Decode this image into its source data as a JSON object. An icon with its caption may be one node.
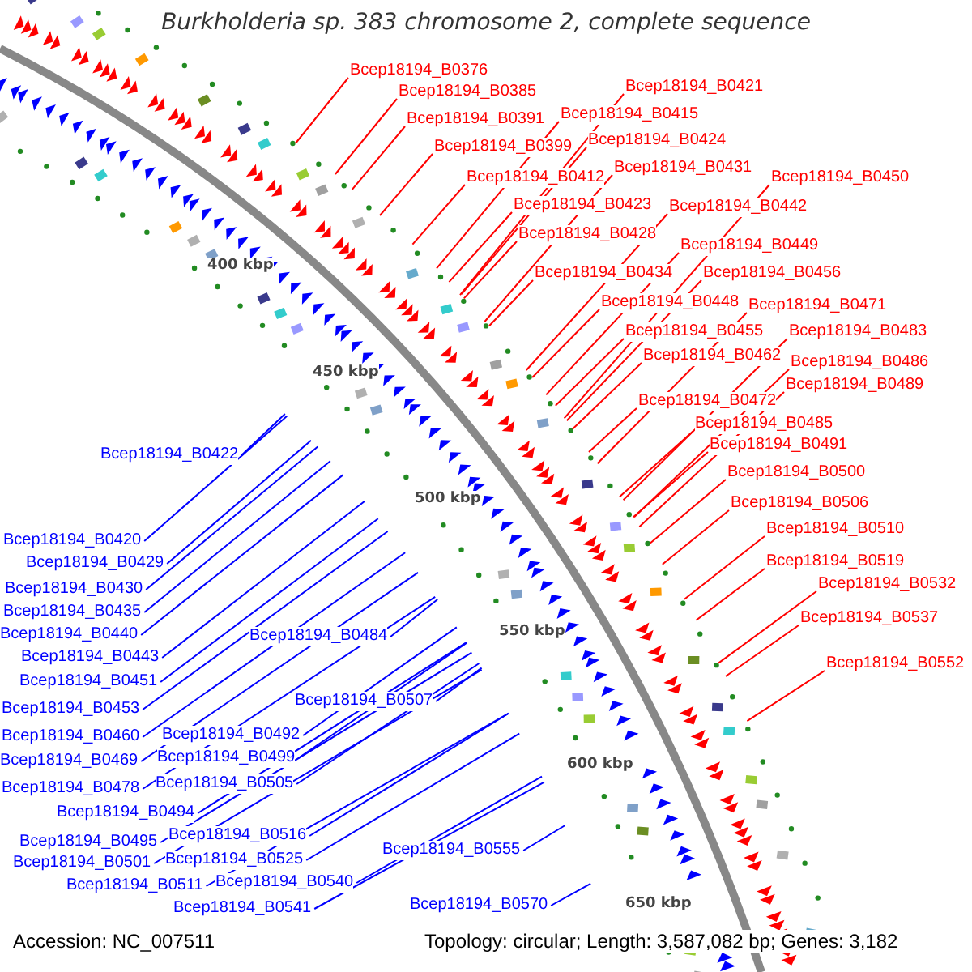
{
  "diagram": {
    "title": "Burkholderia sp. 383 chromosome 2, complete sequence",
    "nodes": [
      {
        "text": [
          "Bcep18194_B0376"
        ]
      },
      {
        "text": [
          "Bcep18194_B0385"
        ]
      },
      {
        "text": [
          "Bcep18194_B0391"
        ]
      },
      {
        "text": [
          "Bcep18194_B0415"
        ]
      },
      {
        "text": [
          "Bcep18194_B0421"
        ]
      },
      {
        "text": [
          "Bcep18194_B0399"
        ]
      },
      {
        "text": [
          "Bcep18194_B0424"
        ]
      },
      {
        "text": [
          "Bcep18194_B0412"
        ]
      },
      {
        "text": [
          "Bcep18194_B0431"
        ]
      },
      {
        "text": [
          "Bcep18194_B0450"
        ]
      },
      {
        "text": [
          "Bcep18194_B0423"
        ]
      },
      {
        "text": [
          "Bcep18194_B0442"
        ]
      },
      {
        "text": [
          "Bcep18194_B0428"
        ]
      },
      {
        "text": [
          "Bcep18194_B0449"
        ]
      },
      {
        "text": [
          "Bcep18194_B0434"
        ]
      },
      {
        "text": [
          "Bcep18194_B0456"
        ]
      },
      {
        "text": [
          "Bcep18194_B0448"
        ]
      },
      {
        "text": [
          "Bcep18194_B0471"
        ]
      },
      {
        "text": [
          "Bcep18194_B0455"
        ]
      },
      {
        "text": [
          "Bcep18194_B0483"
        ]
      },
      {
        "text": [
          "Bcep18194_B0462"
        ]
      },
      {
        "text": [
          "Bcep18194_B0486"
        ]
      },
      {
        "text": [
          "Bcep18194_B0489"
        ]
      },
      {
        "text": [
          "Bcep18194_B0472"
        ]
      },
      {
        "text": [
          "Bcep18194_B0485"
        ]
      },
      {
        "text": [
          "Bcep18194_B0491"
        ]
      },
      {
        "text": [
          "Bcep18194_B0500"
        ]
      },
      {
        "text": [
          "Bcep18194_B0506"
        ]
      },
      {
        "text": [
          "Bcep18194_B0510"
        ]
      },
      {
        "text": [
          "Bcep18194_B0519"
        ]
      },
      {
        "text": [
          "Bcep18194_B0532"
        ]
      },
      {
        "text": [
          "Bcep18194_B0537"
        ]
      },
      {
        "text": [
          "Bcep18194_B0552"
        ]
      },
      {
        "text": [
          "Bcep18194_B0422"
        ]
      },
      {
        "text": [
          "Bcep18194_B0420"
        ]
      },
      {
        "text": [
          "Bcep18194_B0429"
        ]
      },
      {
        "text": [
          "Bcep18194_B0430"
        ]
      },
      {
        "text": [
          "Bcep18194_B0435"
        ]
      },
      {
        "text": [
          "Bcep18194_B0440"
        ]
      },
      {
        "text": [
          "Bcep18194_B0484"
        ]
      },
      {
        "text": [
          "Bcep18194_B0443"
        ]
      },
      {
        "text": [
          "Bcep18194_B0451"
        ]
      },
      {
        "text": [
          "Bcep18194_B0507"
        ]
      },
      {
        "text": [
          "Bcep18194_B0453"
        ]
      },
      {
        "text": [
          "Bcep18194_B0492"
        ]
      },
      {
        "text": [
          "Bcep18194_B0460"
        ]
      },
      {
        "text": [
          "Bcep18194_B0499"
        ]
      },
      {
        "text": [
          "Bcep18194_B0469"
        ]
      },
      {
        "text": [
          "Bcep18194_B0505"
        ]
      },
      {
        "text": [
          "Bcep18194_B0478"
        ]
      },
      {
        "text": [
          "Bcep18194_B0494"
        ]
      },
      {
        "text": [
          "Bcep18194_B0516"
        ]
      },
      {
        "text": [
          "Bcep18194_B0495"
        ]
      },
      {
        "text": [
          "Bcep18194_B0525"
        ]
      },
      {
        "text": [
          "Bcep18194_B0555"
        ]
      },
      {
        "text": [
          "Bcep18194_B0501"
        ]
      },
      {
        "text": [
          "Bcep18194_B0540"
        ]
      },
      {
        "text": [
          "Bcep18194_B0511"
        ]
      },
      {
        "text": [
          "Bcep18194_B0541"
        ]
      },
      {
        "text": [
          "Bcep18194_B0570"
        ]
      }
    ],
    "edges": [
      {
        "from": 0,
        "to": null,
        "arrow": "none"
      },
      {
        "from": 1,
        "to": null,
        "arrow": "none"
      },
      {
        "from": 2,
        "to": null,
        "arrow": "none"
      },
      {
        "from": 3,
        "to": null,
        "arrow": "none"
      },
      {
        "from": 4,
        "to": null,
        "arrow": "none"
      },
      {
        "from": 5,
        "to": null,
        "arrow": "none"
      },
      {
        "from": 6,
        "to": null,
        "arrow": "none"
      },
      {
        "from": 7,
        "to": null,
        "arrow": "none"
      },
      {
        "from": 8,
        "to": null,
        "arrow": "none"
      },
      {
        "from": 9,
        "to": null,
        "arrow": "none"
      },
      {
        "from": 10,
        "to": null,
        "arrow": "none"
      },
      {
        "from": 11,
        "to": null,
        "arrow": "none"
      },
      {
        "from": 12,
        "to": null,
        "arrow": "none"
      },
      {
        "from": 13,
        "to": null,
        "arrow": "none"
      },
      {
        "from": 14,
        "to": null,
        "arrow": "none"
      },
      {
        "from": 15,
        "to": null,
        "arrow": "none"
      },
      {
        "from": 16,
        "to": null,
        "arrow": "none"
      },
      {
        "from": 17,
        "to": null,
        "arrow": "none"
      },
      {
        "from": 18,
        "to": null,
        "arrow": "none"
      },
      {
        "from": 19,
        "to": null,
        "arrow": "none"
      },
      {
        "from": 20,
        "to": null,
        "arrow": "none"
      },
      {
        "from": 21,
        "to": null,
        "arrow": "none"
      },
      {
        "from": 22,
        "to": null,
        "arrow": "none"
      },
      {
        "from": 23,
        "to": null,
        "arrow": "none"
      },
      {
        "from": 24,
        "to": null,
        "arrow": "none"
      },
      {
        "from": 25,
        "to": null,
        "arrow": "none"
      },
      {
        "from": 26,
        "to": null,
        "arrow": "none"
      },
      {
        "from": 27,
        "to": null,
        "arrow": "none"
      },
      {
        "from": 28,
        "to": null,
        "arrow": "none"
      },
      {
        "from": 29,
        "to": null,
        "arrow": "none"
      },
      {
        "from": 30,
        "to": null,
        "arrow": "none"
      },
      {
        "from": 31,
        "to": null,
        "arrow": "none"
      },
      {
        "from": 32,
        "to": null,
        "arrow": "none"
      },
      {
        "from": 33,
        "to": null,
        "arrow": "none",
        "color": "#0000ff"
      },
      {
        "from": 34,
        "to": null,
        "arrow": "none",
        "color": "#0000ff"
      },
      {
        "from": 35,
        "to": null,
        "arrow": "none",
        "color": "#0000ff"
      },
      {
        "from": 36,
        "to": null,
        "arrow": "none",
        "color": "#0000ff"
      },
      {
        "from": 37,
        "to": null,
        "arrow": "none",
        "color": "#0000ff"
      },
      {
        "from": 38,
        "to": null,
        "arrow": "none",
        "color": "#0000ff"
      },
      {
        "from": 39,
        "to": null,
        "arrow": "none",
        "color": "#0000ff"
      },
      {
        "from": 40,
        "to": null,
        "arrow": "none",
        "color": "#0000ff"
      },
      {
        "from": 41,
        "to": null,
        "arrow": "none",
        "color": "#0000ff"
      },
      {
        "from": 42,
        "to": null,
        "arrow": "none",
        "color": "#0000ff"
      },
      {
        "from": 43,
        "to": null,
        "arrow": "none",
        "color": "#0000ff"
      },
      {
        "from": 44,
        "to": null,
        "arrow": "none",
        "color": "#0000ff"
      },
      {
        "from": 45,
        "to": null,
        "arrow": "none",
        "color": "#0000ff"
      },
      {
        "from": 46,
        "to": null,
        "arrow": "none",
        "color": "#0000ff"
      },
      {
        "from": 47,
        "to": null,
        "arrow": "none",
        "color": "#0000ff"
      },
      {
        "from": 48,
        "to": null,
        "arrow": "none",
        "color": "#0000ff"
      },
      {
        "from": 49,
        "to": null,
        "arrow": "none",
        "color": "#0000ff"
      },
      {
        "from": 50,
        "to": null,
        "arrow": "none",
        "color": "#0000ff"
      },
      {
        "from": 51,
        "to": null,
        "arrow": "none",
        "color": "#0000ff"
      },
      {
        "from": 52,
        "to": null,
        "arrow": "none",
        "color": "#0000ff"
      },
      {
        "from": 53,
        "to": null,
        "arrow": "none",
        "color": "#0000ff"
      },
      {
        "from": 54,
        "to": null,
        "arrow": "none",
        "color": "#0000ff"
      },
      {
        "from": 55,
        "to": null,
        "arrow": "none",
        "color": "#0000ff"
      },
      {
        "from": 56,
        "to": null,
        "arrow": "none",
        "color": "#0000ff"
      },
      {
        "from": 57,
        "to": null,
        "arrow": "none",
        "color": "#0000ff"
      },
      {
        "from": 58,
        "to": null,
        "arrow": "none",
        "color": "#0000ff"
      },
      {
        "from": 59,
        "to": null,
        "arrow": "none",
        "color": "#0000ff"
      }
    ],
    "labels": [
      "400 kbp",
      "450 kbp",
      "500 kbp",
      "550 kbp",
      "600 kbp",
      "650 kbp",
      "Accession: NC_007511",
      "Topology: circular; Length: 3,587,082 bp; Genes: 3,182"
    ]
  }
}
